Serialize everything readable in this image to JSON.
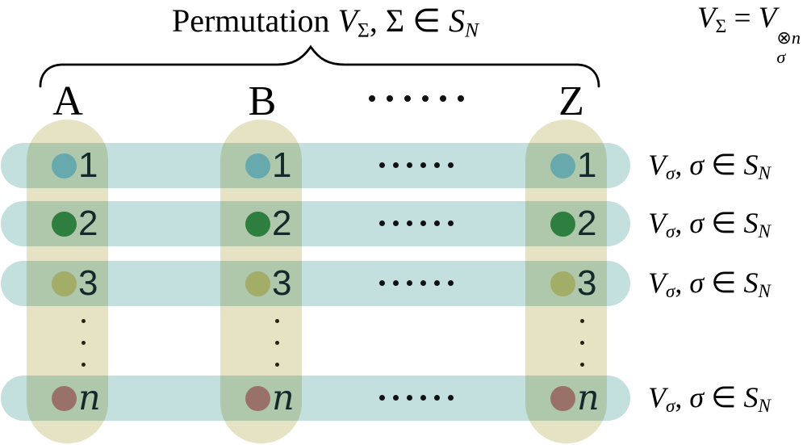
{
  "title": {
    "prefix": "Permutation ",
    "v": "V",
    "v_sub": "Σ",
    "sep": ", ",
    "sigma": "Σ",
    "in": " ∈ ",
    "s": "S",
    "s_sub": "N"
  },
  "corner_formula": {
    "v1": "V",
    "v1_sub": "Σ",
    "eq": " = ",
    "v2": "V",
    "v2_sub": "σ",
    "otimes": "⊗",
    "n": "n"
  },
  "columns": [
    {
      "label": "A"
    },
    {
      "label": "B"
    },
    {
      "label": "Z"
    }
  ],
  "rows": [
    {
      "num": "1",
      "dot_color": "#67a9ac"
    },
    {
      "num": "2",
      "dot_color": "#2d7e3f"
    },
    {
      "num": "3",
      "dot_color": "#a2ad67"
    },
    {
      "num": "n",
      "dot_color": "#9a7169"
    }
  ],
  "row_formula": {
    "v": "V",
    "v_sub": "σ",
    "sep": ", ",
    "sigma": "σ",
    "in": " ∈ ",
    "s": "S",
    "s_sub": "N"
  },
  "icons": {
    "overbrace": "curly-overbrace",
    "header_ellipsis": "six-dots-horizontal",
    "row_ellipsis": "six-dots-horizontal",
    "column_ellipsis": "three-dots-vertical"
  },
  "colors": {
    "row_band": "#c3e0df",
    "column_band": "#e5e3c3",
    "dot_row1": "#67a9ac",
    "dot_row2": "#2d7e3f",
    "dot_row3": "#a2ad67",
    "dot_rown": "#9a7169"
  }
}
